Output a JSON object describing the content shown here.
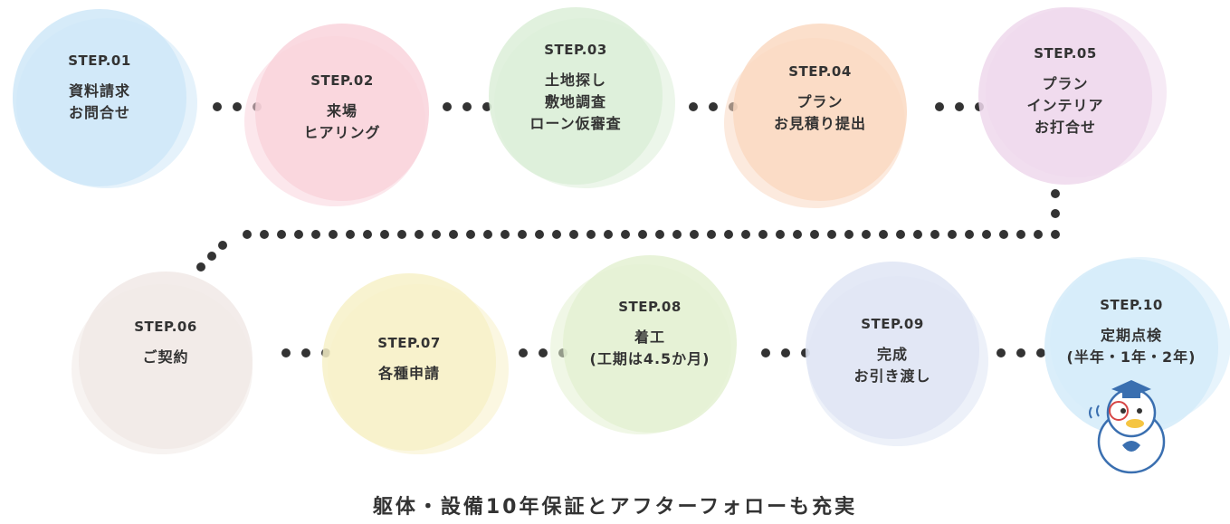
{
  "steps": [
    {
      "number": "STEP.01",
      "lines": [
        "資料請求",
        "お問合せ"
      ],
      "color": "#cfe8f8"
    },
    {
      "number": "STEP.02",
      "lines": [
        "来場",
        "ヒアリング"
      ],
      "color": "#f9d3dc"
    },
    {
      "number": "STEP.03",
      "lines": [
        "土地探し",
        "敷地調査",
        "ローン仮審査"
      ],
      "color": "#dcefd8"
    },
    {
      "number": "STEP.04",
      "lines": [
        "プラン",
        "お見積り提出"
      ],
      "color": "#fad9c2"
    },
    {
      "number": "STEP.05",
      "lines": [
        "プラン",
        "インテリア",
        "お打合せ"
      ],
      "color": "#efd8ec"
    },
    {
      "number": "STEP.06",
      "lines": [
        "ご契約"
      ],
      "color": "#f1e9e6"
    },
    {
      "number": "STEP.07",
      "lines": [
        "各種申請"
      ],
      "color": "#f7f1c8"
    },
    {
      "number": "STEP.08",
      "lines": [
        "着工",
        "(工期は4.5か月)"
      ],
      "color": "#e4f1d2"
    },
    {
      "number": "STEP.09",
      "lines": [
        "完成",
        "お引き渡し"
      ],
      "color": "#dfe5f4"
    },
    {
      "number": "STEP.10",
      "lines": [
        "定期点検",
        "(半年・1年・2年)"
      ],
      "color": "#d4ebf9"
    }
  ],
  "connector_color": "#333333",
  "mascot": {
    "icon": "bird-mascot-icon",
    "body_color": "#ffffff",
    "accent_color": "#3a6fb0",
    "beak_color": "#f5c542"
  },
  "footer": {
    "caption": "躯体・設備10年保証とアフターフォローも充実"
  }
}
